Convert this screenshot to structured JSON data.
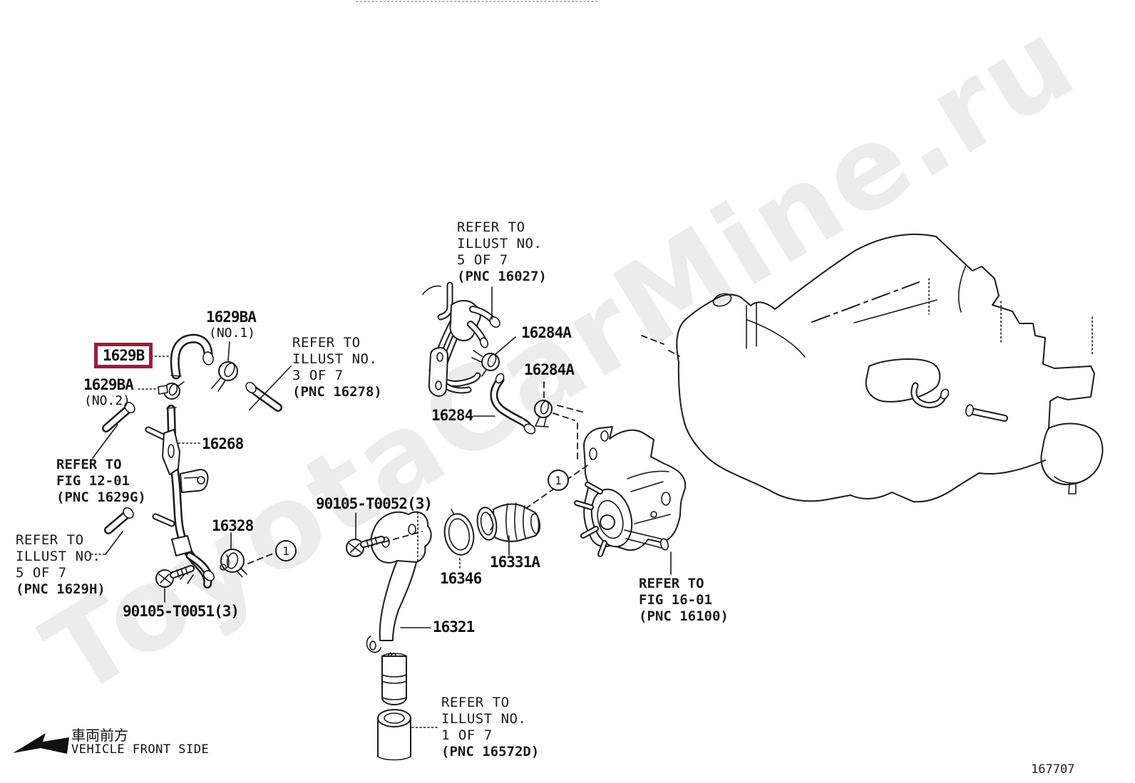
{
  "watermark": {
    "text": "ToyotaCarMine.ru"
  },
  "figure_number": "167707",
  "colors": {
    "highlight_box": "#a01b38",
    "watermark_gray": "#ececec",
    "line_ink": "#1b1b1b"
  },
  "front_side": {
    "jp": "車両前方",
    "en": "VEHICLE FRONT SIDE"
  },
  "parts": [
    {
      "id": "1629B",
      "highlighted": true
    },
    {
      "id": "1629BA",
      "note": "(NO.1)"
    },
    {
      "id": "1629BA",
      "note": "(NO.2)"
    },
    {
      "id": "16268"
    },
    {
      "id": "16328"
    },
    {
      "id": "16284A"
    },
    {
      "id": "16284A"
    },
    {
      "id": "16284"
    },
    {
      "id": "16331A"
    },
    {
      "id": "16346"
    },
    {
      "id": "16321"
    },
    {
      "id": "90105-T0052(3)"
    },
    {
      "id": "90105-T0051(3)"
    }
  ],
  "references": [
    {
      "lines": [
        "REFER TO",
        "ILLUST NO.",
        "5 OF 7",
        "(PNC 16027)"
      ]
    },
    {
      "lines": [
        "REFER TO",
        "ILLUST NO.",
        "3 OF 7",
        "(PNC 16278)"
      ]
    },
    {
      "lines": [
        "REFER TO",
        "FIG 12-01",
        "(PNC 1629G)"
      ]
    },
    {
      "lines": [
        "REFER TO",
        "ILLUST NO.",
        "5 OF 7",
        "(PNC 1629H)"
      ]
    },
    {
      "lines": [
        "REFER TO",
        "FIG 16-01",
        "(PNC 16100)"
      ]
    },
    {
      "lines": [
        "REFER TO",
        "ILLUST NO.",
        "1 OF 7",
        "(PNC 16572D)"
      ]
    }
  ],
  "callouts": [
    {
      "n": "1"
    },
    {
      "n": "1"
    }
  ]
}
